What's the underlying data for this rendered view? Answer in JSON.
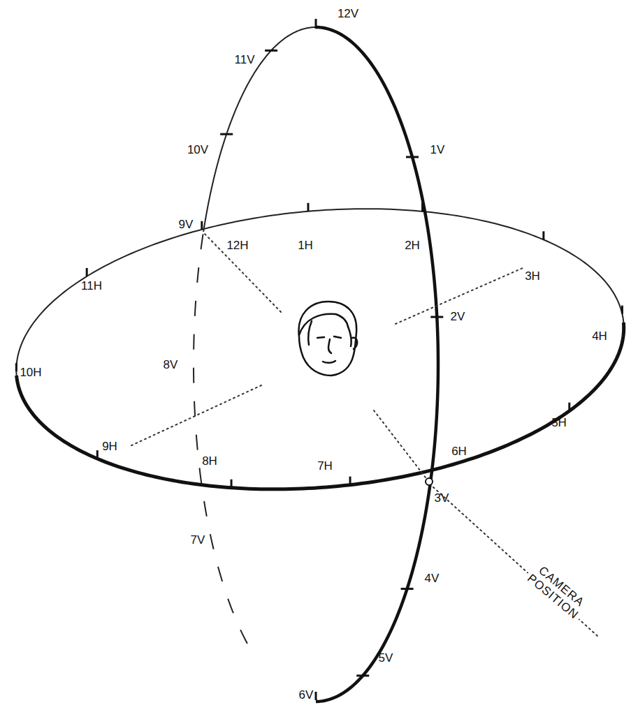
{
  "diagram": {
    "labels": [
      "12V",
      "11V",
      "10V",
      "1V",
      "9V",
      "12H",
      "1H",
      "2H",
      "3H",
      "11H",
      "2V",
      "4H",
      "10H",
      "8V",
      "5H",
      "9H",
      "8H",
      "7H",
      "6H",
      "3V",
      "7V",
      "4V",
      "CAMERA POSITION",
      "5V",
      "6V"
    ]
  }
}
